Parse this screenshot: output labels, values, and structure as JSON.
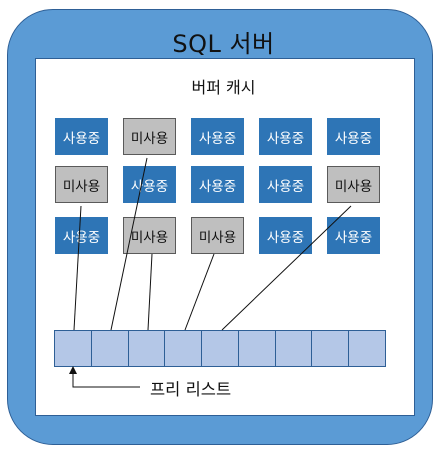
{
  "server": {
    "title": "SQL 서버"
  },
  "buffer_cache": {
    "title": "버퍼 캐시",
    "rows": [
      [
        {
          "label": "사용중",
          "state": "used"
        },
        {
          "label": "미사용",
          "state": "unused"
        },
        {
          "label": "사용중",
          "state": "used"
        },
        {
          "label": "사용중",
          "state": "used"
        },
        {
          "label": "사용중",
          "state": "used"
        }
      ],
      [
        {
          "label": "미사용",
          "state": "unused"
        },
        {
          "label": "사용중",
          "state": "used"
        },
        {
          "label": "사용중",
          "state": "used"
        },
        {
          "label": "사용중",
          "state": "used"
        },
        {
          "label": "미사용",
          "state": "unused"
        }
      ],
      [
        {
          "label": "사용중",
          "state": "used"
        },
        {
          "label": "미사용",
          "state": "unused"
        },
        {
          "label": "미사용",
          "state": "unused"
        },
        {
          "label": "사용중",
          "state": "used"
        },
        {
          "label": "사용중",
          "state": "used"
        }
      ]
    ]
  },
  "free_list": {
    "label": "프리 리스트",
    "slot_count": 9
  },
  "colors": {
    "server_fill": "#5b9bd5",
    "page_used": "#2e75b6",
    "page_unused": "#bfbfbf",
    "free_slot": "#b4c7e7"
  }
}
